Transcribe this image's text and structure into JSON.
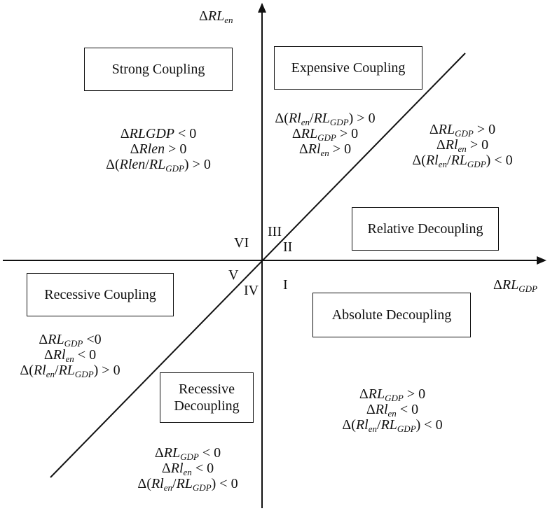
{
  "axes": {
    "x_label": {
      "delta": "Δ",
      "main": "RL",
      "sub": "GDP"
    },
    "y_label": {
      "delta": "Δ",
      "main": "RL",
      "sub": "en"
    }
  },
  "regions": {
    "strong_coupling": "Strong Coupling",
    "expensive_coupling": "Expensive Coupling",
    "relative_decoupling": "Relative Decoupling",
    "absolute_decoupling": "Absolute Decoupling",
    "recessive_coupling": "Recessive Coupling",
    "recessive_decoupling": "Recessive\nDecoupling"
  },
  "roman": {
    "I": "I",
    "II": "II",
    "III": "III",
    "IV": "IV",
    "V": "V",
    "VI": "VI"
  },
  "conditions": {
    "strong_coupling": [
      "ΔRLGDP < 0",
      "ΔRlen > 0",
      "Δ(Rlen/RLGDP) > 0"
    ],
    "expensive_coupling": [
      "Δ(Rlen/RLGDP) > 0",
      "ΔRLGDP > 0",
      "ΔRlen > 0"
    ],
    "relative_decoupling": [
      "ΔRLGDP > 0",
      "ΔRlen > 0",
      "Δ(Rlen/RLGDP) < 0"
    ],
    "recessive_coupling": [
      "ΔRLGDP <0",
      "ΔRlen < 0",
      "Δ(Rlen/RLGDP) > 0"
    ],
    "absolute_decoupling": [
      "ΔRLGDP > 0",
      "ΔRlen < 0",
      "Δ(Rlen/RLGDP) < 0"
    ],
    "recessive_decoupling": [
      "ΔRLGDP < 0",
      "ΔRlen < 0",
      "Δ(Rlen/RLGDP) < 0"
    ]
  }
}
